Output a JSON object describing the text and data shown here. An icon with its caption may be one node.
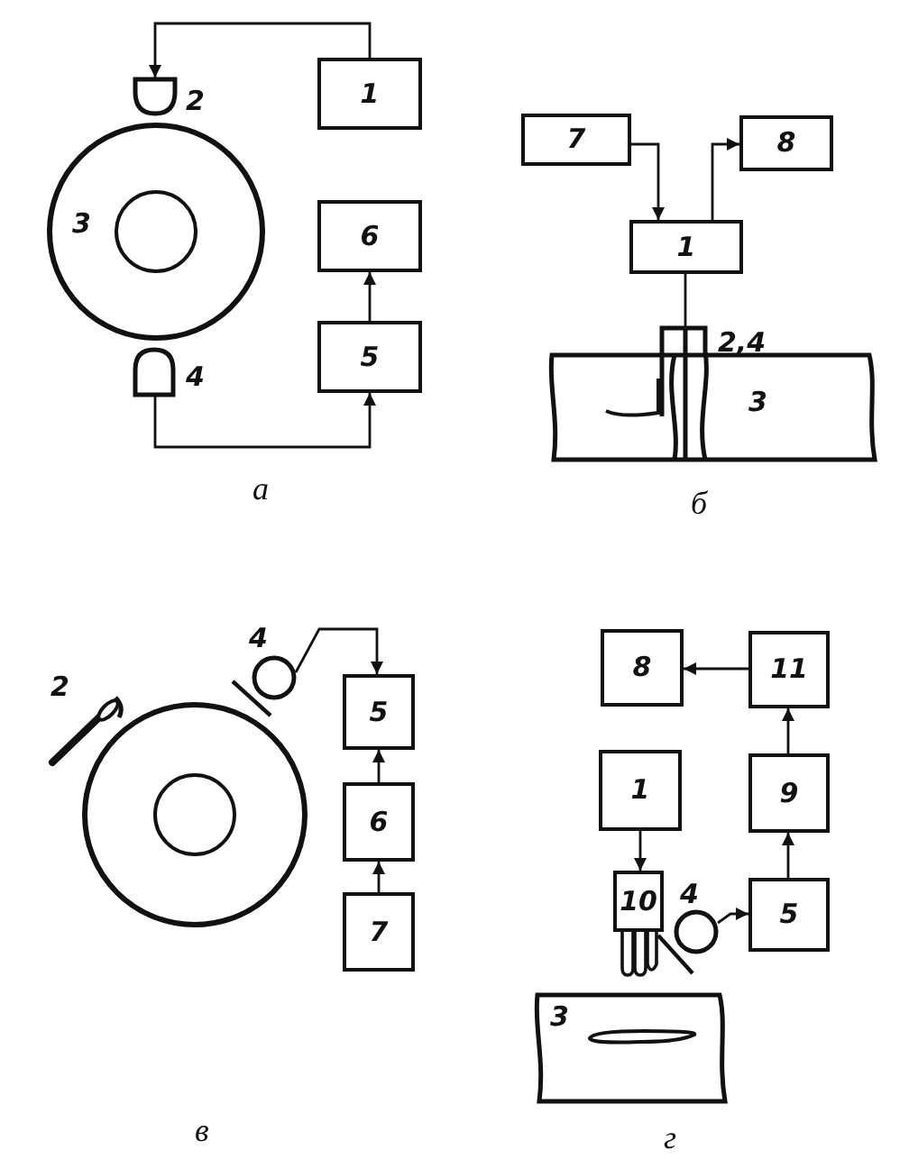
{
  "diagram": {
    "nodes": [
      {
        "text": [
          "1"
        ]
      },
      {
        "text": [],
        "shape": "probe",
        "beside": [
          "2"
        ]
      },
      {
        "text": [
          "3"
        ]
      },
      {
        "text": [],
        "shape": "probe",
        "beside": [
          "4"
        ]
      },
      {
        "text": [
          "6"
        ]
      },
      {
        "text": [
          "5"
        ]
      },
      {
        "text": [
          "7"
        ]
      },
      {
        "text": [
          "8"
        ]
      },
      {
        "text": [
          "1"
        ]
      },
      {
        "text": [],
        "shape": "probe",
        "beside": [
          "2,4"
        ]
      },
      {
        "text": [
          "3"
        ]
      },
      {
        "text": [],
        "shape": "probe",
        "beside": [
          "2"
        ]
      },
      {
        "text": [],
        "shape": "circle",
        "beside": [
          "4"
        ]
      },
      {
        "text": [
          "5"
        ]
      },
      {
        "text": [
          "6"
        ]
      },
      {
        "text": [
          "7"
        ]
      },
      {
        "text": [
          "8"
        ]
      },
      {
        "text": [
          "11"
        ]
      },
      {
        "text": [
          "1"
        ]
      },
      {
        "text": [
          "9"
        ]
      },
      {
        "text": [
          "10"
        ]
      },
      {
        "text": [],
        "shape": "circle",
        "beside": [
          "4"
        ]
      },
      {
        "text": [
          "5"
        ]
      },
      {
        "text": [
          "3"
        ]
      }
    ],
    "edges": [
      {
        "from": 0,
        "to": 1,
        "arrow": "to"
      },
      {
        "from": 5,
        "to": 4,
        "arrow": "to"
      },
      {
        "from": 3,
        "to": 5,
        "arrow": "to"
      },
      {
        "from": 6,
        "to": 8,
        "arrow": "to"
      },
      {
        "from": 8,
        "to": 7,
        "arrow": "to"
      },
      {
        "from": 8,
        "to": 9,
        "arrow": "none"
      },
      {
        "from": 12,
        "to": 13,
        "arrow": "to"
      },
      {
        "from": 14,
        "to": 13,
        "arrow": "to"
      },
      {
        "from": 15,
        "to": 14,
        "arrow": "to"
      },
      {
        "from": 17,
        "to": 16,
        "arrow": "to"
      },
      {
        "from": 19,
        "to": 17,
        "arrow": "to"
      },
      {
        "from": 18,
        "to": 20,
        "arrow": "to"
      },
      {
        "from": 22,
        "to": 19,
        "arrow": "to"
      },
      {
        "from": 21,
        "to": 22,
        "arrow": "to"
      }
    ],
    "labels": [
      "а",
      "б",
      "в",
      "г"
    ]
  }
}
